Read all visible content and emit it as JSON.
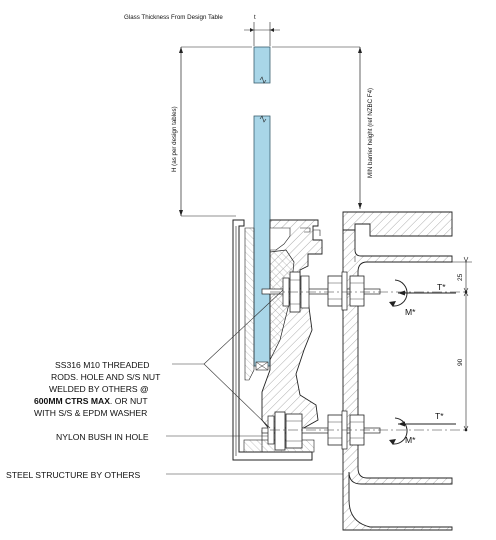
{
  "drawing": {
    "glass_thickness_label": "Glass Thickness From Design Table",
    "thickness_symbol": "t",
    "h_label": "H (as per design tables)",
    "min_barrier_label": "MIN barrier height (ref NZBC F4)",
    "dim_top": "25",
    "dim_spacing": "90",
    "load_t_upper": "T*",
    "load_m_upper": "M*",
    "load_t_lower": "T*",
    "load_m_lower": "M*",
    "note_rods": {
      "line1": "SS316 M10 THREADED",
      "line2": "RODS. HOLE AND S/S NUT",
      "line3a": "WELDED BY OTHERS ",
      "line3b": "@",
      "line4a": "600MM CTRS MAX",
      "line4b": ". OR NUT",
      "line5": "WITH S/S & EPDM WASHER"
    },
    "note_nylon": "NYLON BUSH IN HOLE",
    "note_steel": "STEEL STRUCTURE BY OTHERS"
  },
  "colors": {
    "glass": "#a9d6e8",
    "glass_edge": "#3a5f6e",
    "ink": "#1a1a1a",
    "hatch": "#777777"
  }
}
